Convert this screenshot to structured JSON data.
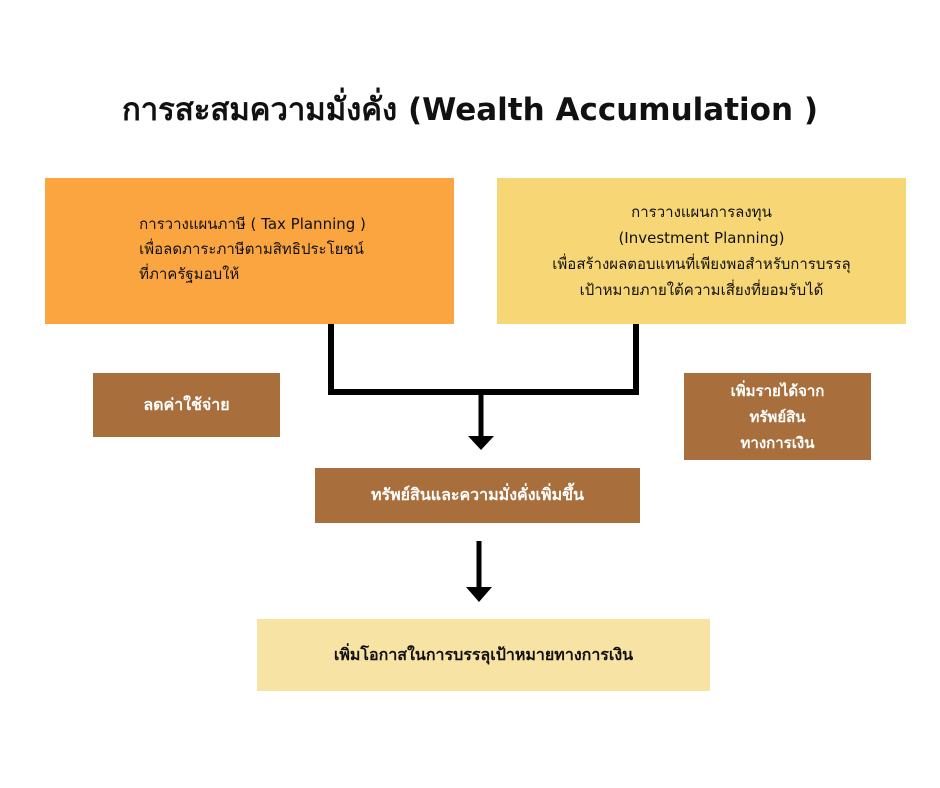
{
  "title": "การสะสมความมั่งคั่ง (Wealth Accumulation )",
  "tax_box": {
    "lines": [
      "การวางแผนภาษี ( Tax Planning )",
      "เพื่อลดภาระภาษีตามสิทธิประโยชน์",
      "ที่ภาครัฐมอบให้"
    ]
  },
  "investment_box": {
    "lines": [
      "การวางแผนการลงทุน",
      "(Investment Planning)",
      "เพื่อสร้างผลตอบแทนที่เพียงพอสำหรับการบรรลุ",
      "เป้าหมายภายใต้ความเสี่ยงที่ยอมรับได้"
    ]
  },
  "reduce_box": {
    "label": "ลดค่าใช้จ่าย"
  },
  "income_box": {
    "lines": [
      "เพิ่มรายได้จาก",
      "ทรัพย์สิน",
      "ทางการเงิน"
    ]
  },
  "assets_box": {
    "label": "ทรัพย์สินและความมั่งคั่งเพิ่มขึ้น"
  },
  "goal_box": {
    "label": "เพิ่มโอกาสในการบรรลุเป้าหมายทางการเงิน"
  },
  "colors": {
    "tax": "#fba541",
    "investment": "#f7d675",
    "brown": "#a86e3c",
    "goal": "#f7e3a3",
    "connector": "#000000"
  }
}
